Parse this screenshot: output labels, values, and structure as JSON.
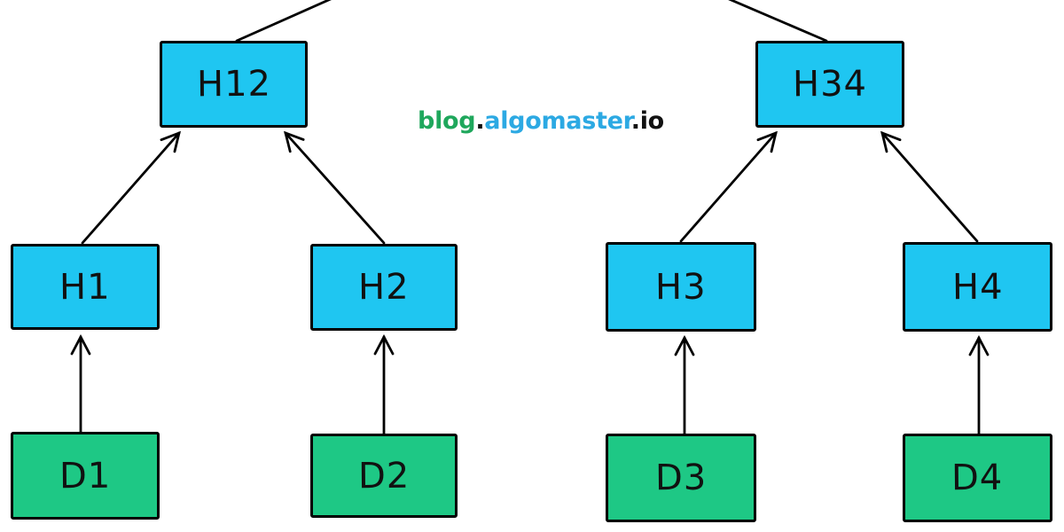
{
  "diagram": {
    "kind": "merkle-tree",
    "watermark": {
      "segments": [
        {
          "text": "blog",
          "color": "#1FA75C"
        },
        {
          "text": ".",
          "color": "#111111"
        },
        {
          "text": "algomaster",
          "color": "#2CA9E3"
        },
        {
          "text": ".",
          "color": "#111111"
        },
        {
          "text": "io",
          "color": "#111111"
        }
      ]
    },
    "colors": {
      "hash_fill": "#1FC6F1",
      "data_fill": "#1EC885",
      "stroke": "#000000",
      "label_text": "#111111"
    },
    "nodes": {
      "h12": {
        "label": "H12",
        "type": "hash"
      },
      "h34": {
        "label": "H34",
        "type": "hash"
      },
      "h1": {
        "label": "H1",
        "type": "hash"
      },
      "h2": {
        "label": "H2",
        "type": "hash"
      },
      "h3": {
        "label": "H3",
        "type": "hash"
      },
      "h4": {
        "label": "H4",
        "type": "hash"
      },
      "d1": {
        "label": "D1",
        "type": "data"
      },
      "d2": {
        "label": "D2",
        "type": "data"
      },
      "d3": {
        "label": "D3",
        "type": "data"
      },
      "d4": {
        "label": "D4",
        "type": "data"
      }
    },
    "edges": [
      {
        "from": "D1",
        "to": "H1"
      },
      {
        "from": "D2",
        "to": "H2"
      },
      {
        "from": "D3",
        "to": "H3"
      },
      {
        "from": "D4",
        "to": "H4"
      },
      {
        "from": "H1",
        "to": "H12"
      },
      {
        "from": "H2",
        "to": "H12"
      },
      {
        "from": "H3",
        "to": "H34"
      },
      {
        "from": "H4",
        "to": "H34"
      },
      {
        "from": "H12",
        "to": "root-offscreen"
      },
      {
        "from": "H34",
        "to": "root-offscreen"
      }
    ]
  }
}
